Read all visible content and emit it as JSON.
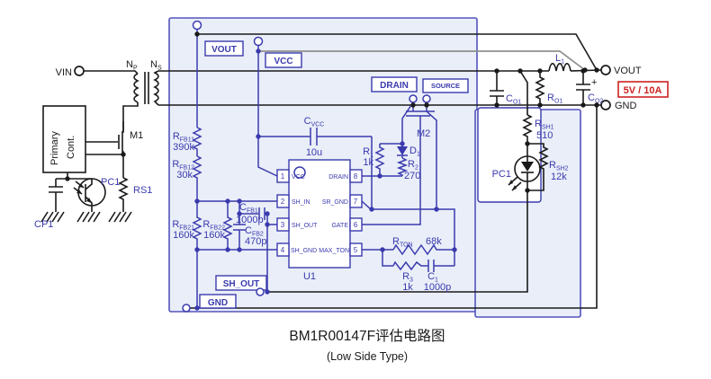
{
  "caption": {
    "title": "BM1R00147F评估电路图",
    "subtitle": "(Low Side Type)"
  },
  "io": {
    "vin": "VIN",
    "vout": "VOUT",
    "gnd": "GND",
    "rating": "5V / 10A"
  },
  "net_labels": {
    "vout": "VOUT",
    "vcc": "VCC",
    "drain": "DRAIN",
    "source": "SOURCE",
    "sh_out": "SH_OUT",
    "gnd": "GND"
  },
  "primary": {
    "block_line1": "Primary",
    "block_line2": "Cont.",
    "np_base": "N",
    "np_sub": "P",
    "ns_base": "N",
    "ns_sub": "S",
    "m1": "M1",
    "rs1": "RS1",
    "cp1": "CP1",
    "pc1": "PC1"
  },
  "ic": {
    "ref": "U1",
    "pins": {
      "p1": {
        "num": "1",
        "name": "VCC"
      },
      "p2": {
        "num": "2",
        "name": "SH_IN"
      },
      "p3": {
        "num": "3",
        "name": "SH_OUT"
      },
      "p4": {
        "num": "4",
        "name": "SH_GND"
      },
      "p5": {
        "num": "5",
        "name": "MAX_TON"
      },
      "p6": {
        "num": "6",
        "name": "GATE"
      },
      "p7": {
        "num": "7",
        "name": "SR_GND"
      },
      "p8": {
        "num": "8",
        "name": "DRAIN"
      }
    }
  },
  "comps": {
    "rfb11": {
      "b": "R",
      "s": "FB11",
      "v": "390k"
    },
    "rfb12": {
      "b": "R",
      "s": "FB12",
      "v": "30k"
    },
    "rfb21": {
      "b": "R",
      "s": "FB21",
      "v": "160k"
    },
    "rfb22": {
      "b": "R",
      "s": "FB22",
      "v": "160k"
    },
    "cfb1": {
      "b": "C",
      "s": "FB1",
      "v": "1000p"
    },
    "cfb2": {
      "b": "C",
      "s": "FB2",
      "v": "470p"
    },
    "cvcc": {
      "b": "C",
      "s": "VCC",
      "v": "10u"
    },
    "r1": {
      "b": "R",
      "s": "1",
      "v": "1k"
    },
    "r2": {
      "b": "R",
      "s": "2",
      "v": "270"
    },
    "d1": {
      "b": "D",
      "s": "1"
    },
    "rton": {
      "b": "R",
      "s": "TON",
      "v": "68k"
    },
    "r3": {
      "b": "R",
      "s": "3",
      "v": "1k"
    },
    "c1": {
      "b": "C",
      "s": "1",
      "v": "1000p"
    },
    "l1": {
      "b": "L",
      "s": "1"
    },
    "co1": {
      "b": "C",
      "s": "O1"
    },
    "ro1": {
      "b": "R",
      "s": "O1"
    },
    "co2": {
      "b": "C",
      "s": "O2",
      "plus": "+"
    },
    "rsh1": {
      "b": "R",
      "s": "SH1",
      "v": "510"
    },
    "rsh2": {
      "b": "R",
      "s": "SH2",
      "v": "12k"
    },
    "m2": "M2",
    "pc1": "PC1"
  }
}
